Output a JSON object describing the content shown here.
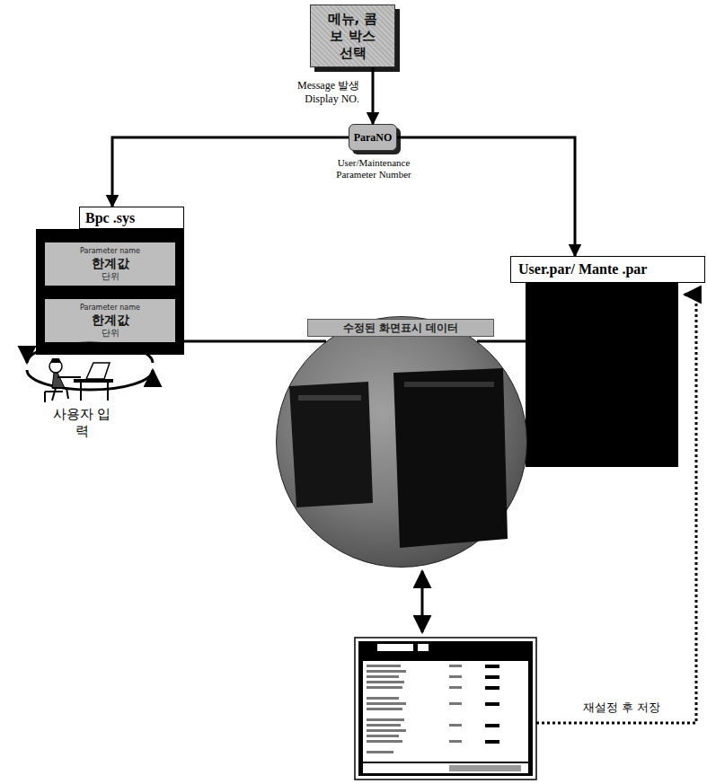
{
  "diagram": {
    "nodes": [
      {
        "text": [
          "메뉴, 콤보 박스 선택"
        ]
      },
      {
        "text": [
          "ParaNO",
          "User/Maintenance Parameter Number"
        ]
      },
      {
        "text": [
          "Bpc .sys"
        ]
      },
      {
        "text": [
          "Parameter name",
          "한계값",
          "단위"
        ],
        "in": 2
      },
      {
        "text": [
          "Parameter name",
          "한계값",
          "단위"
        ],
        "in": 2
      },
      {
        "text": [
          "User.par/ Mante .par"
        ]
      },
      {
        "text": [
          "수정된 화면표시 데이터"
        ]
      }
    ],
    "edges": [
      {
        "from": 0,
        "to": 1,
        "arrow": "to",
        "label": "Message 발생 Display NO."
      },
      {
        "from": 1,
        "to": 2,
        "arrow": "to"
      },
      {
        "from": 1,
        "to": 5,
        "arrow": "to"
      },
      {
        "from": 2,
        "to": 6,
        "arrow": "none"
      },
      {
        "from": 5,
        "to": 6,
        "arrow": "none"
      }
    ],
    "labels": [
      "사용자 입력",
      "재설정 후 저장"
    ]
  }
}
